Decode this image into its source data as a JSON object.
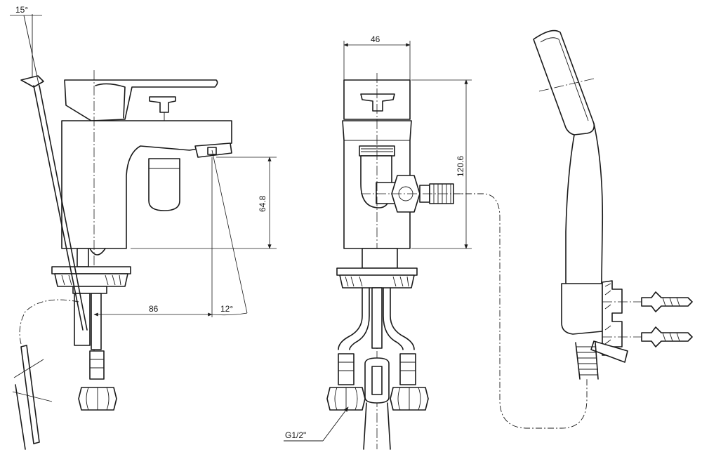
{
  "dimensions": {
    "angle_lever": "15°",
    "width_body": "46",
    "height_body": "120.6",
    "height_spout": "64.8",
    "reach_spout": "86",
    "angle_spout": "12°",
    "thread_size": "G1/2\""
  },
  "colors": {
    "line": "#1a1a1a",
    "background": "#ffffff"
  }
}
